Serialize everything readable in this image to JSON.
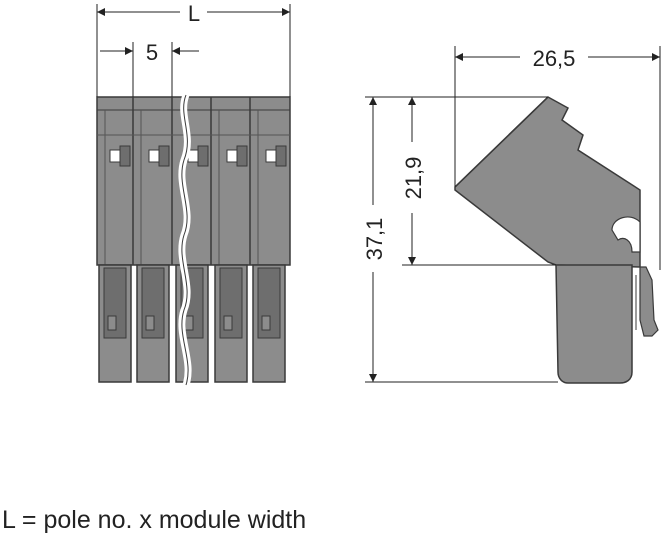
{
  "dimensions": {
    "length_label": "L",
    "pitch_label": "5",
    "width_label": "26,5",
    "upper_height_label": "21,9",
    "total_height_label": "37,1"
  },
  "caption": "L = pole no. x module width",
  "colors": {
    "body_gray": "#8c8c8c",
    "body_dark": "#6e6e6e",
    "outline": "#3a3a3a",
    "dimension_line": "#222222"
  }
}
